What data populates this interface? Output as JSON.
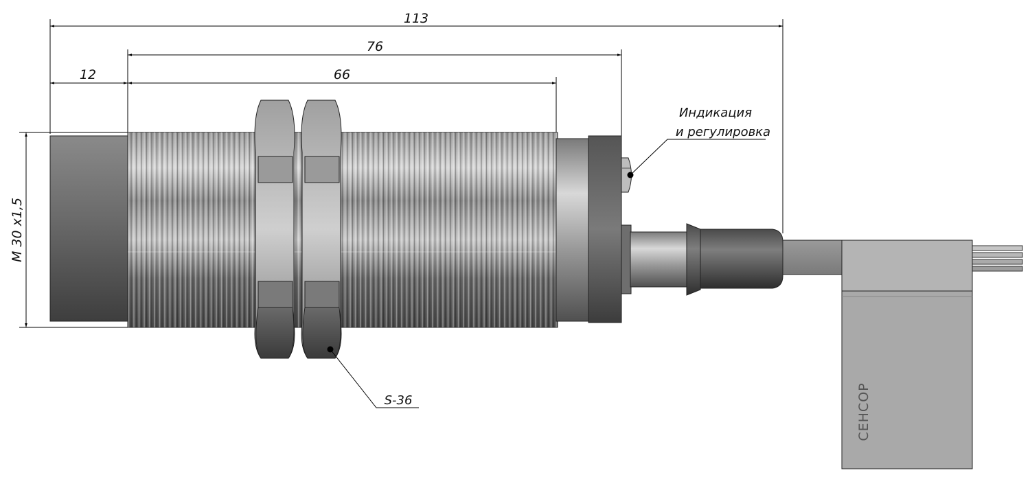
{
  "dimensions": {
    "overall_length": "113",
    "body_to_led": "76",
    "thread_length": "66",
    "front_cap": "12",
    "thread_spec": "M 30 x1,5"
  },
  "annotations": {
    "indicator_line1": "Индикация",
    "indicator_line2": "и регулировка",
    "nut_size": "S-36"
  },
  "label": {
    "brand": "СЕНСОР"
  },
  "colors": {
    "line": "#000000",
    "metal_light": "#d4d4d4",
    "metal_dark": "#4a4a4a",
    "cap_gray": "#707070",
    "tag_gray": "#a8a8a8"
  }
}
